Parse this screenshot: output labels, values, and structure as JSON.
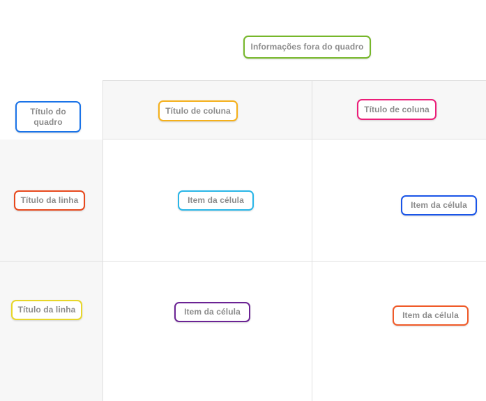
{
  "board": {
    "outside_note": {
      "label": "Informações fora do quadro",
      "color": "#76b72a"
    },
    "corner_title": {
      "label": "Título do quadro",
      "color": "#1a73e8"
    },
    "column_headers": [
      {
        "label": "Título de coluna",
        "color": "#f5b01a"
      },
      {
        "label": "Título de coluna",
        "color": "#ec1e79"
      }
    ],
    "row_headers": [
      {
        "label": "Título da linha",
        "color": "#e8491d"
      },
      {
        "label": "Título da linha",
        "color": "#e8d72a"
      }
    ],
    "cells": [
      {
        "label": "Item da célula",
        "color": "#29b6e8"
      },
      {
        "label": "Item da célula",
        "color": "#1a55e8"
      },
      {
        "label": "Item da célula",
        "color": "#6b2394"
      },
      {
        "label": "Item da célula",
        "color": "#f05a28"
      }
    ]
  }
}
